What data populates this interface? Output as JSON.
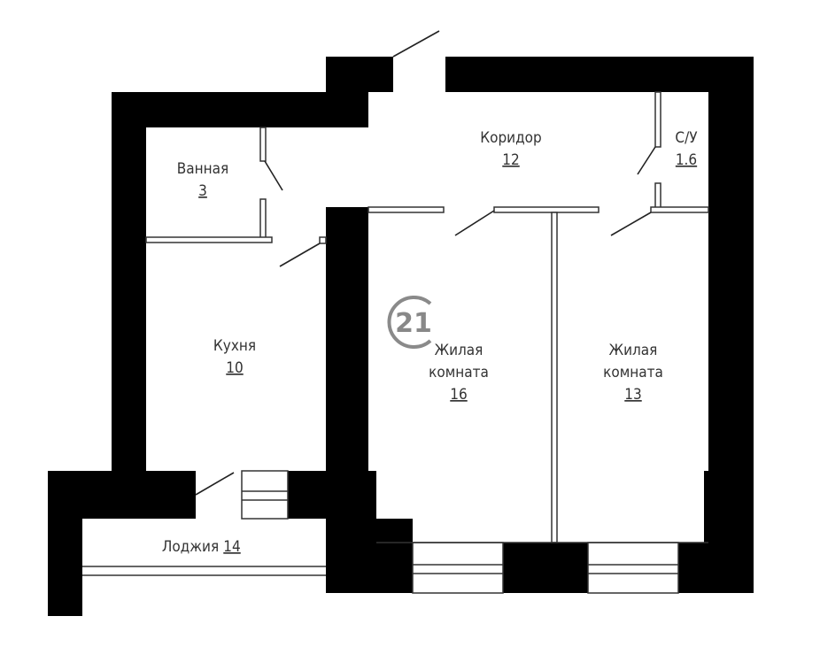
{
  "plan": {
    "logo": {
      "text": "21",
      "color": "#8a8a8a"
    },
    "wall_color": "#000000",
    "rooms": [
      {
        "id": "bathroom",
        "name": "Ванная",
        "area": "3"
      },
      {
        "id": "corridor",
        "name": "Коридор",
        "area": "12"
      },
      {
        "id": "wc",
        "name": "С/У",
        "area": "1.6"
      },
      {
        "id": "kitchen",
        "name": "Кухня",
        "area": "10"
      },
      {
        "id": "living1",
        "name_line1": "Жилая",
        "name_line2": "комната",
        "area": "16"
      },
      {
        "id": "living2",
        "name_line1": "Жилая",
        "name_line2": "комната",
        "area": "13"
      },
      {
        "id": "loggia",
        "name": "Лоджия",
        "area": "14"
      }
    ]
  }
}
